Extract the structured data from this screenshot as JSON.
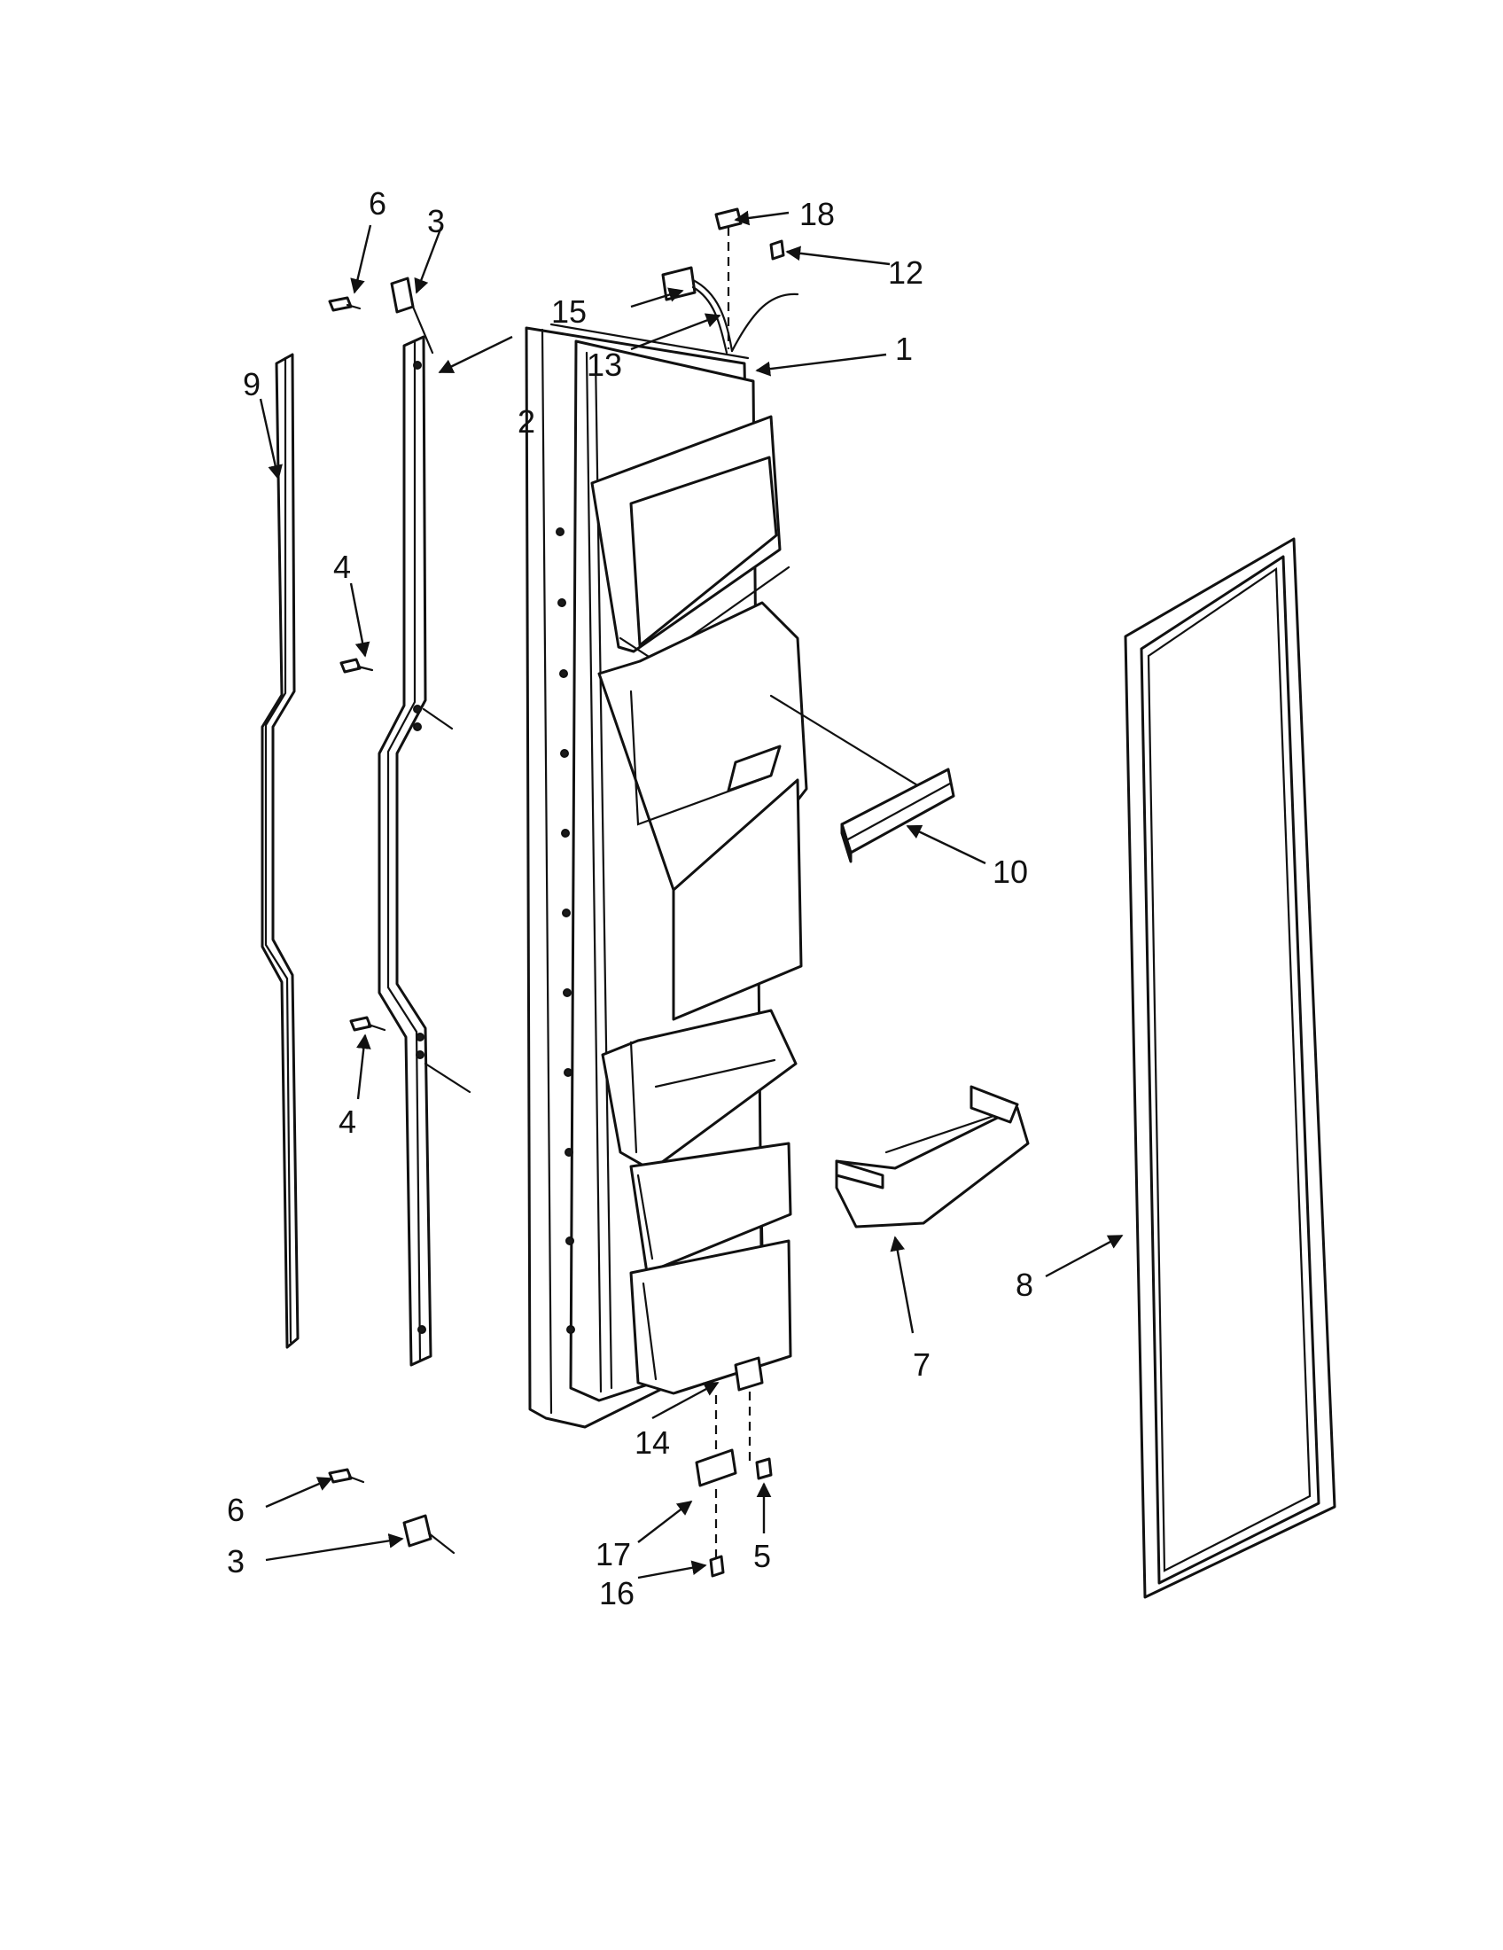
{
  "diagram": {
    "callouts": {
      "c1": "1",
      "c2": "2",
      "c3_top": "3",
      "c3_bottom": "3",
      "c4_upper": "4",
      "c4_lower": "4",
      "c5": "5",
      "c6_top": "6",
      "c6_bottom": "6",
      "c7": "7",
      "c8": "8",
      "c9": "9",
      "c10": "10",
      "c12": "12",
      "c13": "13",
      "c14": "14",
      "c15": "15",
      "c16": "16",
      "c17": "17",
      "c18": "18"
    }
  }
}
